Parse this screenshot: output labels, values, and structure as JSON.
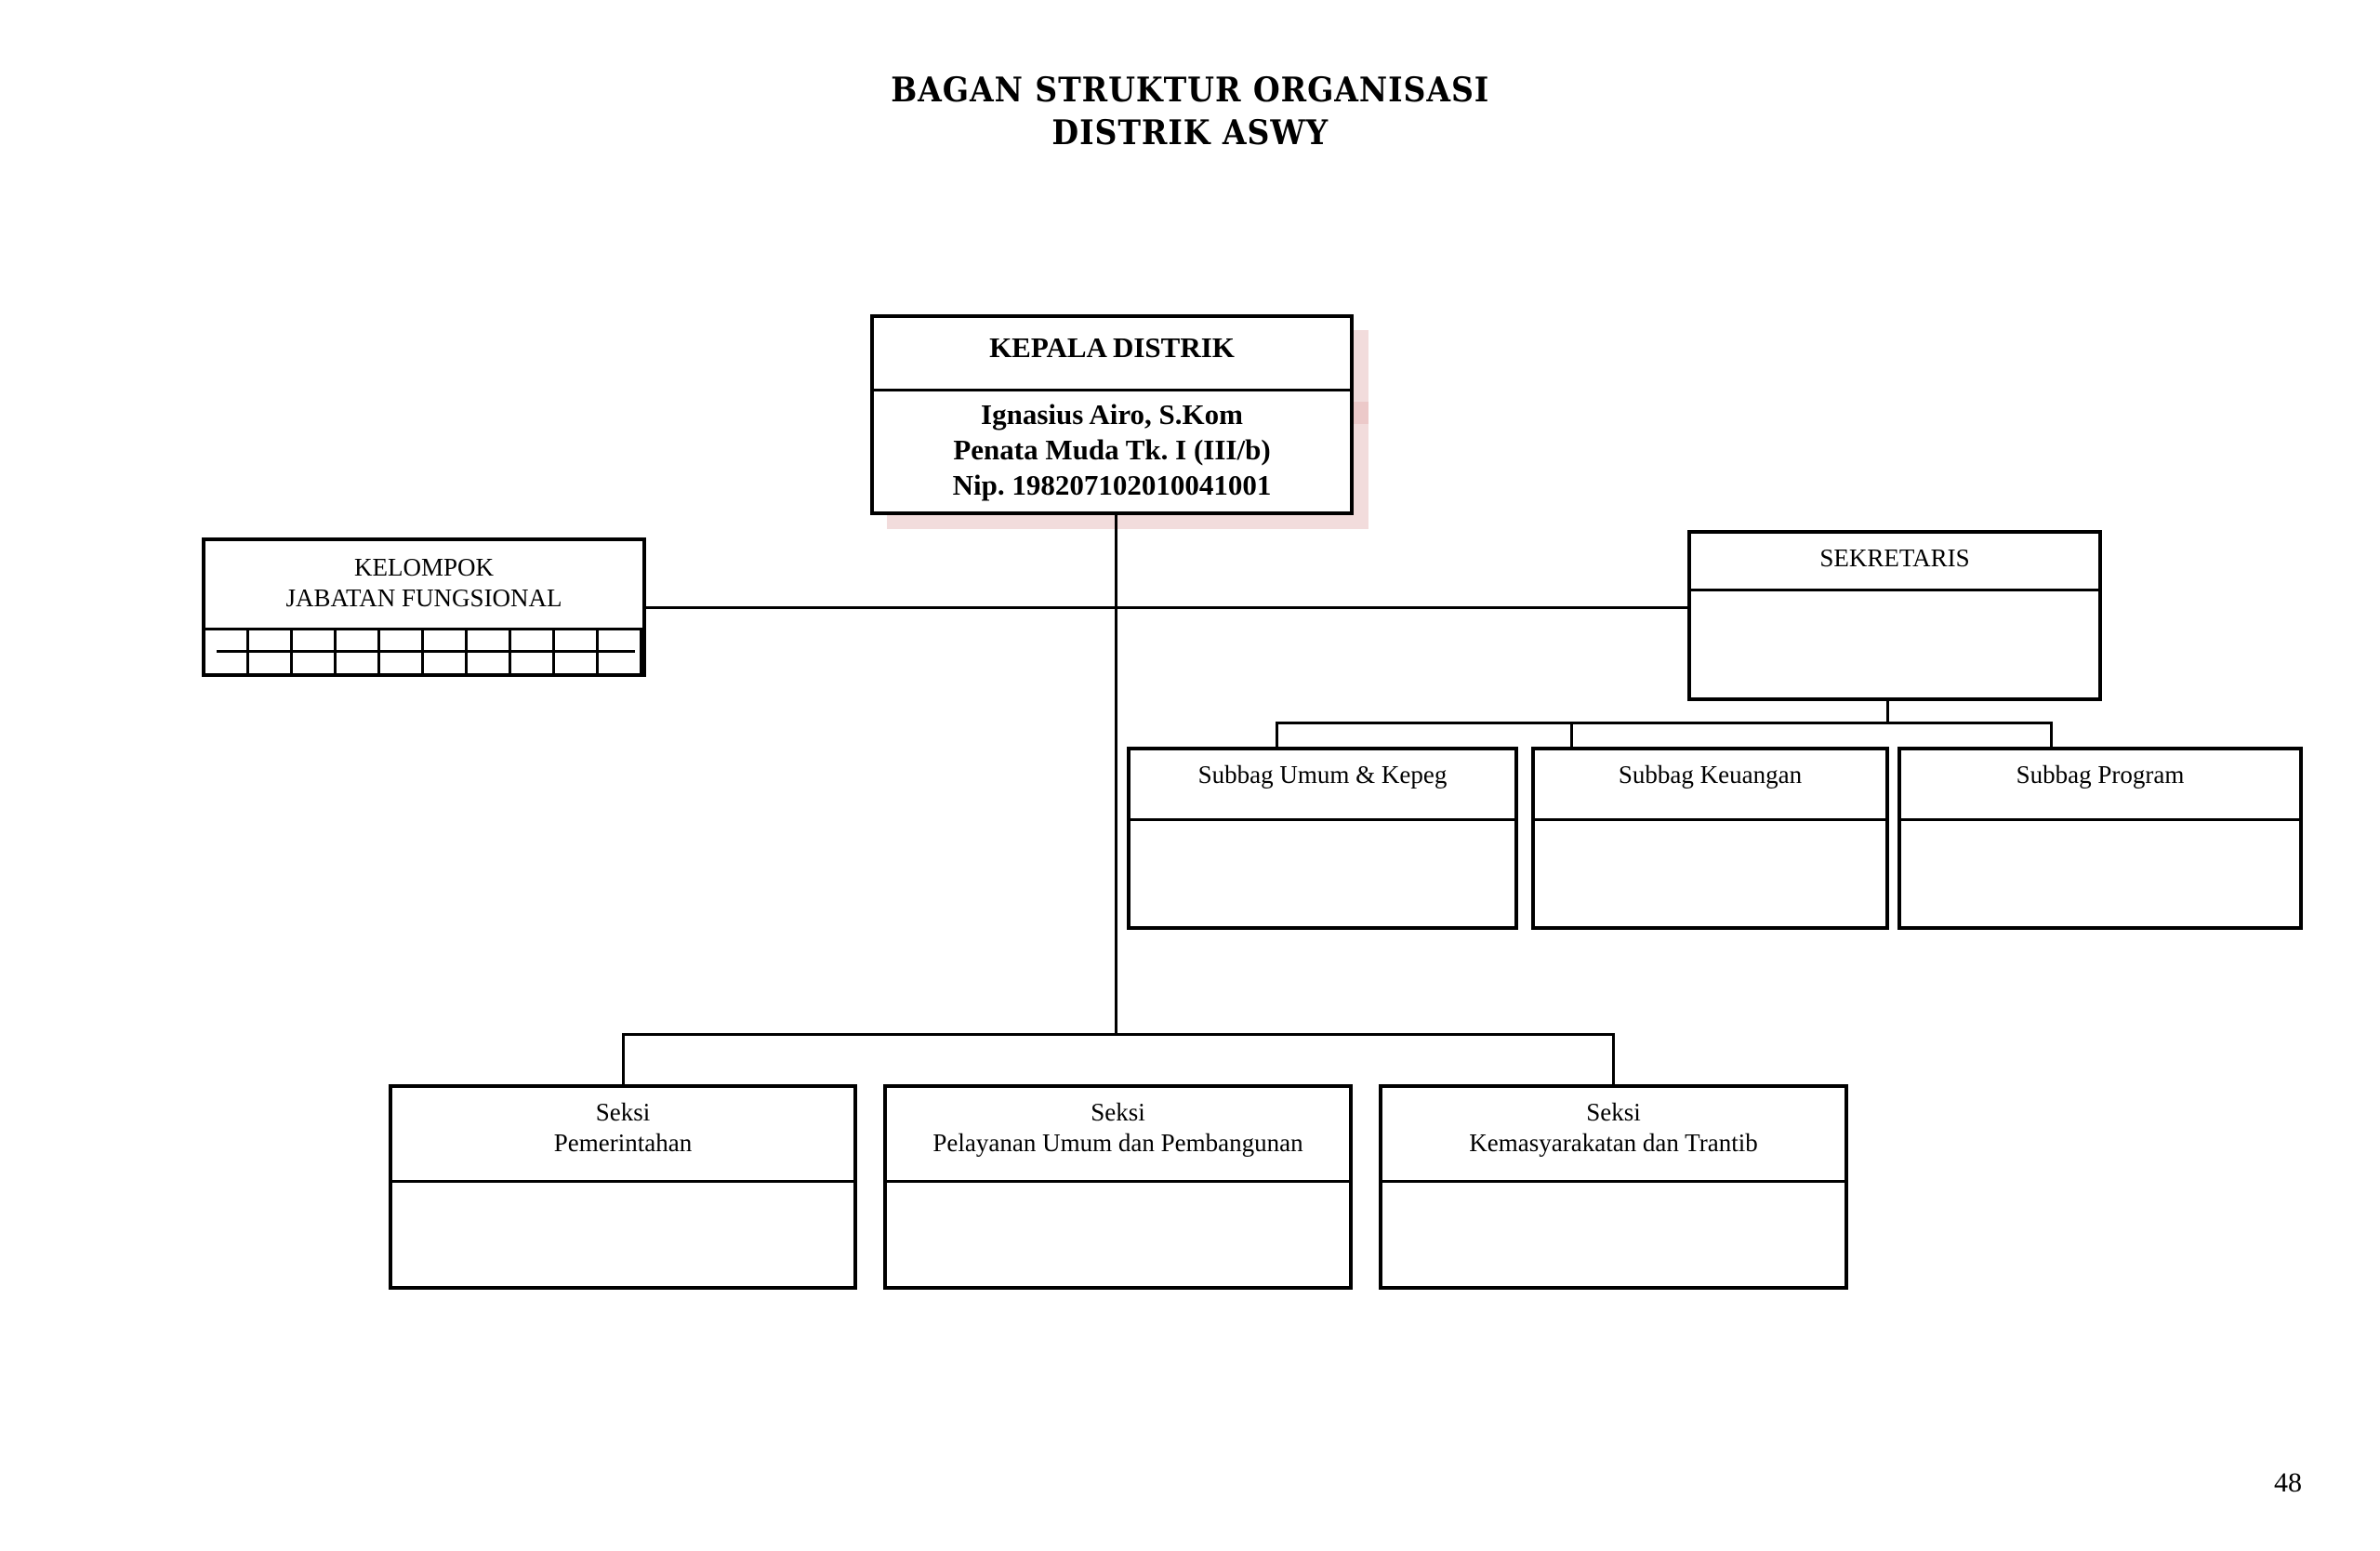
{
  "document": {
    "title_line1": "BAGAN STRUKTUR ORGANISASI",
    "title_line2": "DISTRIK  ASWY",
    "page_number": "48"
  },
  "colors": {
    "line": "#000000",
    "shadow": "#f2dcdc",
    "background": "#ffffff"
  },
  "head": {
    "title": "KEPALA DISTRIK",
    "name": "Ignasius Airo, S.Kom",
    "rank": "Penata Muda Tk. I (III/b)",
    "nip": "Nip. 198207102010041001"
  },
  "functional_group": {
    "line1": "KELOMPOK",
    "line2": "JABATAN FUNGSIONAL",
    "grid_columns": 10,
    "grid_rows": 2
  },
  "secretary": {
    "title": "SEKRETARIS",
    "holder": ""
  },
  "subdivisions": [
    {
      "title": "Subbag Umum & Kepeg",
      "holder": ""
    },
    {
      "title": "Subbag Keuangan",
      "holder": ""
    },
    {
      "title": "Subbag Program",
      "holder": ""
    }
  ],
  "sections": [
    {
      "line1": "Seksi",
      "line2": "Pemerintahan",
      "holder": ""
    },
    {
      "line1": "Seksi",
      "line2": "Pelayanan Umum dan Pembangunan",
      "holder": ""
    },
    {
      "line1": "Seksi",
      "line2": "Kemasyarakatan dan Trantib",
      "holder": ""
    }
  ]
}
